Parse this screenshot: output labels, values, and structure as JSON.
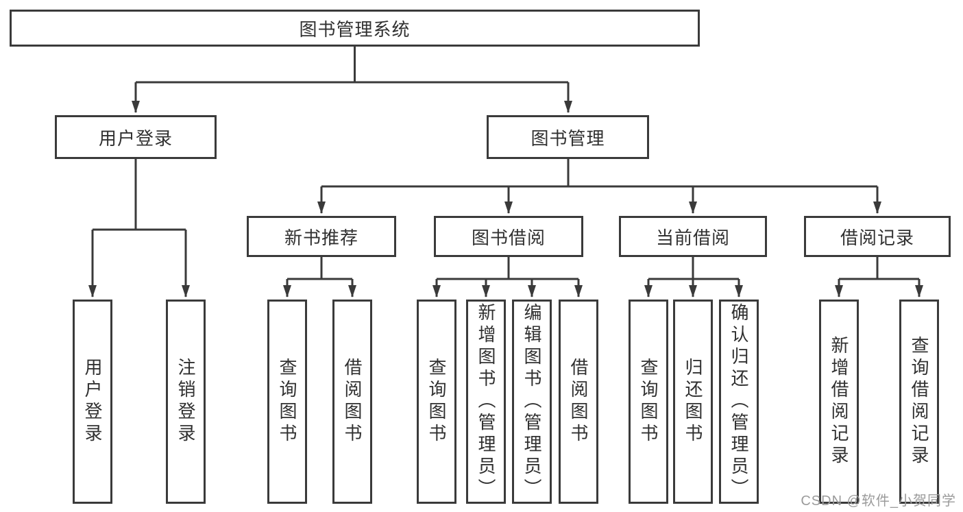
{
  "tree": {
    "root": {
      "label": "图书管理系统"
    },
    "user_login": {
      "label": "用户登录",
      "leaves": [
        "用户登录",
        "注销登录"
      ]
    },
    "book_mgmt": {
      "label": "图书管理",
      "sections": [
        {
          "label": "新书推荐",
          "leaves": [
            "查询图书",
            "借阅图书"
          ]
        },
        {
          "label": "图书借阅",
          "leaves": [
            "查询图书",
            "新增图书（管理员）",
            "编辑图书（管理员）",
            "借阅图书"
          ]
        },
        {
          "label": "当前借阅",
          "leaves": [
            "查询图书",
            "归还图书",
            "确认归还（管理员）"
          ]
        },
        {
          "label": "借阅记录",
          "leaves": [
            "新增借阅记录",
            "查询借阅记录"
          ]
        }
      ]
    }
  },
  "watermark": "CSDN @软件_小贺同学",
  "colors": {
    "line": "#3a3a3a",
    "text": "#303030",
    "box_background": "#ffffff",
    "watermark": "#9b9b9b"
  }
}
